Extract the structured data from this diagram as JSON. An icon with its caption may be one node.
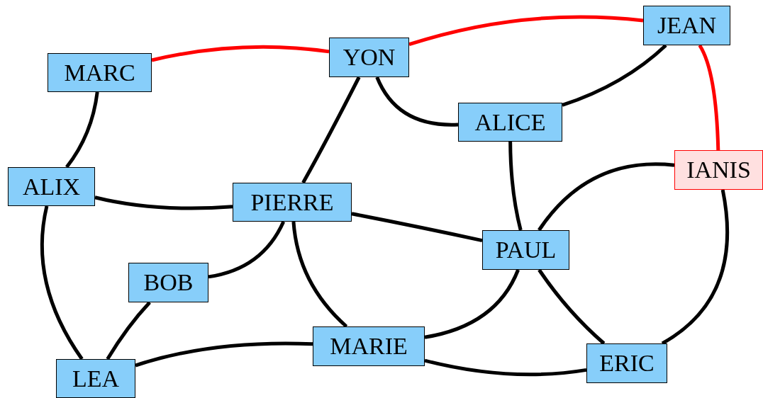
{
  "diagram": {
    "nodes": [
      {
        "text": [
          "JEAN"
        ]
      },
      {
        "text": [
          "YON"
        ]
      },
      {
        "text": [
          "MARC"
        ]
      },
      {
        "text": [
          "ALICE"
        ]
      },
      {
        "text": [
          "IANIS"
        ]
      },
      {
        "text": [
          "ALIX"
        ]
      },
      {
        "text": [
          "PIERRE"
        ]
      },
      {
        "text": [
          "PAUL"
        ]
      },
      {
        "text": [
          "BOB"
        ]
      },
      {
        "text": [
          "MARIE"
        ]
      },
      {
        "text": [
          "ERIC"
        ]
      },
      {
        "text": [
          "LEA"
        ]
      }
    ],
    "edges": [
      {
        "from": 2,
        "to": 1,
        "arrow": "none",
        "color": "#ff0000"
      },
      {
        "from": 1,
        "to": 0,
        "arrow": "none",
        "color": "#ff0000"
      },
      {
        "from": 0,
        "to": 4,
        "arrow": "none",
        "color": "#ff0000"
      },
      {
        "from": 0,
        "to": 3,
        "arrow": "none"
      },
      {
        "from": 1,
        "to": 3,
        "arrow": "none"
      },
      {
        "from": 1,
        "to": 6,
        "arrow": "none"
      },
      {
        "from": 2,
        "to": 5,
        "arrow": "none"
      },
      {
        "from": 5,
        "to": 6,
        "arrow": "none"
      },
      {
        "from": 5,
        "to": 11,
        "arrow": "none"
      },
      {
        "from": 6,
        "to": 7,
        "arrow": "none"
      },
      {
        "from": 6,
        "to": 8,
        "arrow": "none"
      },
      {
        "from": 6,
        "to": 9,
        "arrow": "none"
      },
      {
        "from": 3,
        "to": 7,
        "arrow": "none"
      },
      {
        "from": 4,
        "to": 7,
        "arrow": "none"
      },
      {
        "from": 4,
        "to": 10,
        "arrow": "none"
      },
      {
        "from": 7,
        "to": 9,
        "arrow": "none"
      },
      {
        "from": 7,
        "to": 10,
        "arrow": "none"
      },
      {
        "from": 8,
        "to": 11,
        "arrow": "none"
      },
      {
        "from": 11,
        "to": 9,
        "arrow": "none"
      },
      {
        "from": 9,
        "to": 10,
        "arrow": "none"
      }
    ]
  }
}
